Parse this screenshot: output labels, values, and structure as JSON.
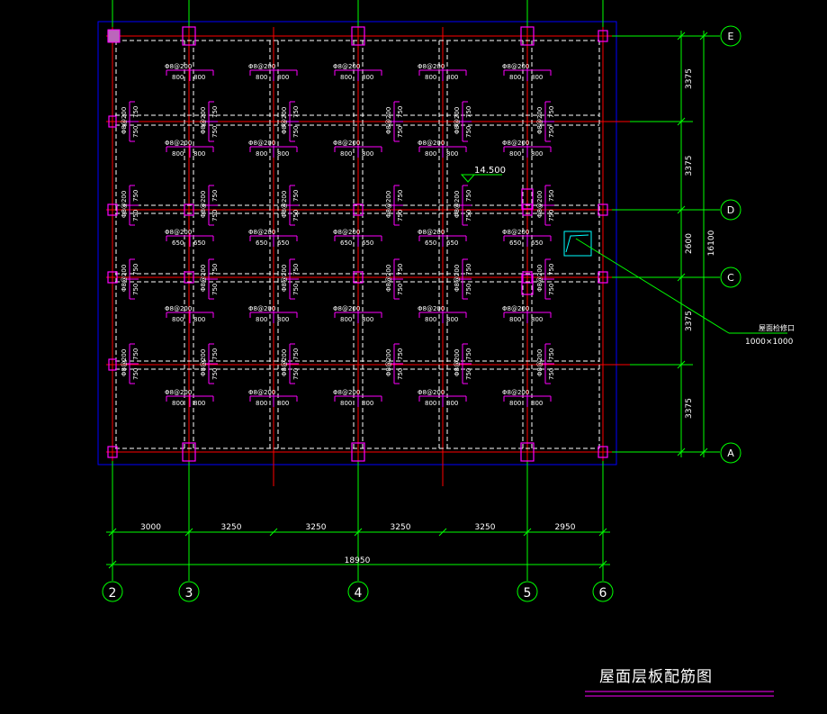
{
  "drawing": {
    "title": "屋面层板配筋图",
    "elevation": "14.500",
    "hatch": {
      "label": "屋面检修口",
      "size": "1000×1000"
    }
  },
  "grid": {
    "columns": [
      "2",
      "3",
      "4",
      "5",
      "6"
    ],
    "rows": [
      "E",
      "D",
      "C",
      "A"
    ]
  },
  "dimensions": {
    "horizontal": [
      "3000",
      "3250",
      "3250",
      "3250",
      "3250",
      "2950"
    ],
    "horizontal_total": "18950",
    "vertical": [
      "3375",
      "3375",
      "2600",
      "3375",
      "3375"
    ],
    "vertical_total": "16100"
  },
  "rebar": {
    "spec": "Φ8@200",
    "len_800": "800",
    "len_650": "650",
    "len_750": "750"
  },
  "colors": {
    "background": "#000000",
    "grid_line": "#00ff00",
    "axis_red": "#ff0000",
    "rebar_magenta": "#ff00ff",
    "text": "#ffffff",
    "frame_blue": "#0000ff",
    "hatch_cyan": "#00ffff"
  }
}
